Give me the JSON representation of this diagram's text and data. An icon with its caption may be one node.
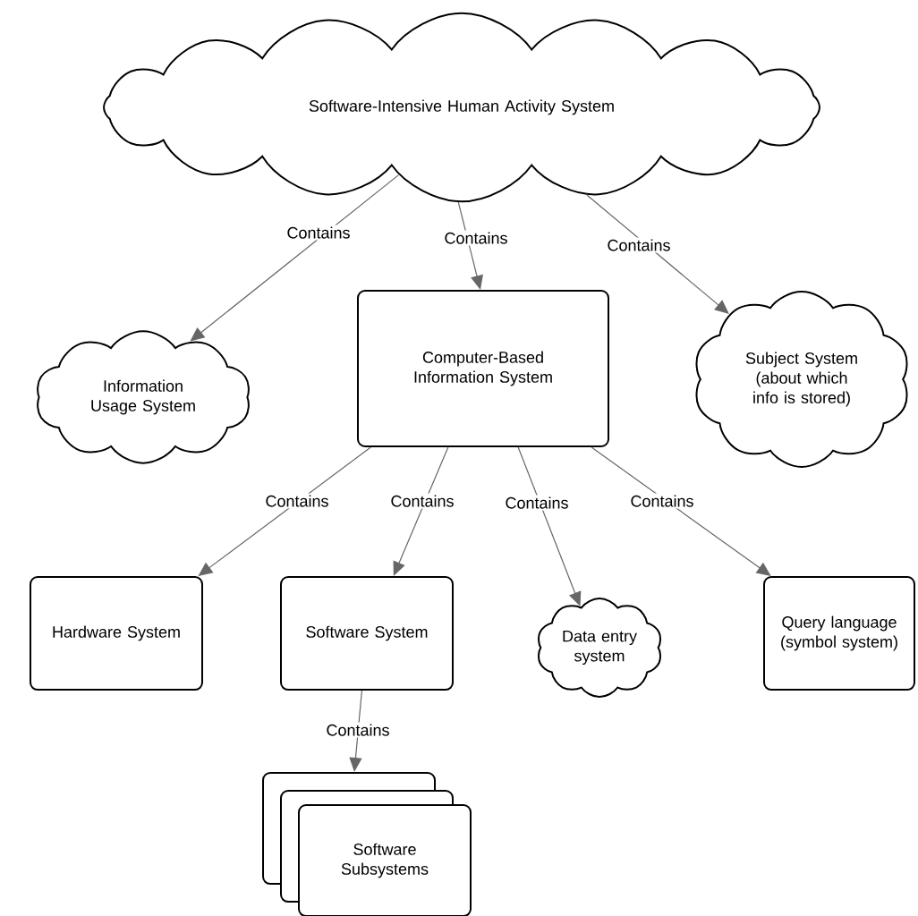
{
  "diagram": {
    "nodes": [
      {
        "text": [
          "Software-Intensive Human Activity System"
        ]
      },
      {
        "text": [
          "Information Usage System"
        ]
      },
      {
        "text": [
          "Computer-Based Information System"
        ]
      },
      {
        "text": [
          "Subject System (about which info is stored)"
        ]
      },
      {
        "text": [
          "Hardware System"
        ]
      },
      {
        "text": [
          "Software System"
        ]
      },
      {
        "text": [
          "Data entry system"
        ]
      },
      {
        "text": [
          "Query language (symbol system)"
        ]
      },
      {
        "text": [
          "Software Subsystems"
        ]
      }
    ],
    "edges": [
      {
        "from": 0,
        "to": 1,
        "arrow": "to",
        "label": "Contains"
      },
      {
        "from": 0,
        "to": 2,
        "arrow": "to",
        "label": "Contains"
      },
      {
        "from": 0,
        "to": 3,
        "arrow": "to",
        "label": "Contains"
      },
      {
        "from": 2,
        "to": 4,
        "arrow": "to",
        "label": "Contains"
      },
      {
        "from": 2,
        "to": 5,
        "arrow": "to",
        "label": "Contains"
      },
      {
        "from": 2,
        "to": 6,
        "arrow": "to",
        "label": "Contains"
      },
      {
        "from": 2,
        "to": 7,
        "arrow": "to",
        "label": "Contains"
      },
      {
        "from": 5,
        "to": 8,
        "arrow": "to",
        "label": "Contains"
      }
    ]
  }
}
